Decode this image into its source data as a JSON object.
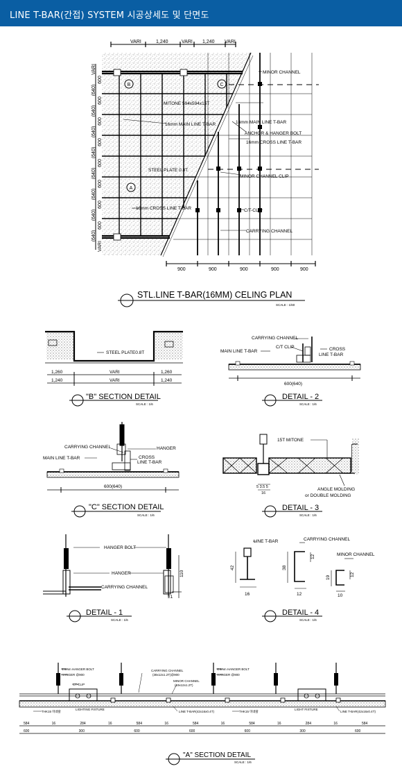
{
  "header": {
    "title": "LINE T-BAR(간접) SYSTEM 시공상세도 및 단면도",
    "bg": "#0a5ea3"
  },
  "plan": {
    "title": "STL.LINE T-BAR(16MM) CELING PLAN",
    "scale": "SCALE : 1/60",
    "top_dims": [
      "VARI",
      "1,240",
      "VARI",
      "1,240",
      "VARI"
    ],
    "left_dims": [
      "VARI",
      "600",
      "(640)",
      "600",
      "(640)",
      "600",
      "(640)",
      "600",
      "(640)",
      "600",
      "(640)",
      "600",
      "(640)",
      "600",
      "(640)",
      "600",
      "(640)",
      "VARI"
    ],
    "bottom_dims": [
      "900",
      "900",
      "900",
      "900",
      "900"
    ],
    "labels": {
      "minor": "MINOR CHANNEL",
      "mitone": "MITONE 594x594x15T",
      "main": "16mm MAIN LINE T-BAR",
      "main2": "16mm MAIN LINE T-BAR",
      "anchor": "ANCHOR & HANGER BOLT",
      "cross": "16mm CROSS LINE T-BAR",
      "steel": "STEEL PLATE 0.8T",
      "clip": "MINOR CHANNEL CLIP",
      "cross2": "16mm CROSS LINE T-BAR",
      "ctclip": "C/T-CLIP",
      "carrying": "CARRYING CHANNEL"
    },
    "markers": [
      "B",
      "C",
      "A"
    ]
  },
  "b": {
    "title": "\"B\" SECTION DETAIL",
    "scale": "SCALE : 1/6",
    "steel": "STEEL PLATE0.8T",
    "dims1": [
      "1,260",
      "VARI",
      "1,260"
    ],
    "dims2": [
      "1,240",
      "VARI",
      "1,240"
    ]
  },
  "d2": {
    "title": "DETAIL - 2",
    "scale": "SCALE : 1/6",
    "carrying": "CARRYING CHANNEL",
    "ctclip": "C/T CLIP",
    "main": "MAIN LINE T-BAR",
    "cross1": "CROSS",
    "cross2": "LINE T-BAR",
    "dim": "600(640)"
  },
  "c": {
    "title": "\"C\" SECTION DETAIL",
    "scale": "SCALE : 1/6",
    "carrying": "CARRYING CHANNEL",
    "hanger": "HANGER",
    "main": "MAIN LINE T-BAR",
    "cross1": "CROSS",
    "cross2": "LINE T-BAR",
    "dim": "600(640)"
  },
  "d3": {
    "title": "DETAIL - 3",
    "scale": "SCALE : 1/6",
    "mitone": "15T MITONE",
    "angle1": "ANGLE MOLDING",
    "angle2": "or DOUBLE MOLDING",
    "d1": "5 3.5 5",
    "d2": "16"
  },
  "d1": {
    "title": "DETAIL - 1",
    "scale": "SCALE : 1/6",
    "bolt": "HANGER BOLT",
    "hanger": "HANGER",
    "carrying": "CARRYING CHANNEL",
    "d110": "110",
    "d21": "21"
  },
  "d4": {
    "title": "DETAIL - 4",
    "scale": "SCALE : 1/6",
    "tbar": "LINE T-BAR",
    "carrying": "CARRYING CHANNEL",
    "minor": "MINOR CHANNEL",
    "d42": "42",
    "d16": "16",
    "d38": "38",
    "d12": "12",
    "d12b": "12",
    "d19": "19",
    "d10": "10",
    "d12c": "12"
  },
  "a": {
    "title": "\"A\" SECTION DETAIL",
    "scale": "SCALE : 1/6",
    "bolt1": "Φ9mm HANGER BOLT",
    "hanger1": "HANGER @900",
    "ctclip": "CT-CLIP",
    "carry1": "CARRYING CHANNEL",
    "carry2": "(38x12x1.2T)@900",
    "minor1": "MINOR CHANNEL",
    "minor2": "(19x12x1.2T)",
    "bolt2": "Φ9mm HANGER BOLT",
    "hanger2": "HANGER @900",
    "thk1": "THK15 미네랄",
    "light1": "LIGHTING FIXTURE",
    "tbar1": "LINE T-BAR(42x16x0.4T)",
    "thk2": "THK15 미네랄",
    "light2": "LIGHT FIXTURE",
    "tbar2": "LINE T-BAR(42x16x0.4T)",
    "dims_top": [
      "584",
      "16",
      "284",
      "16",
      "584",
      "16",
      "584",
      "16",
      "584",
      "16",
      "284",
      "16",
      "584"
    ],
    "dims_bot": [
      "600",
      "300",
      "600",
      "600",
      "600",
      "300",
      "600"
    ]
  }
}
